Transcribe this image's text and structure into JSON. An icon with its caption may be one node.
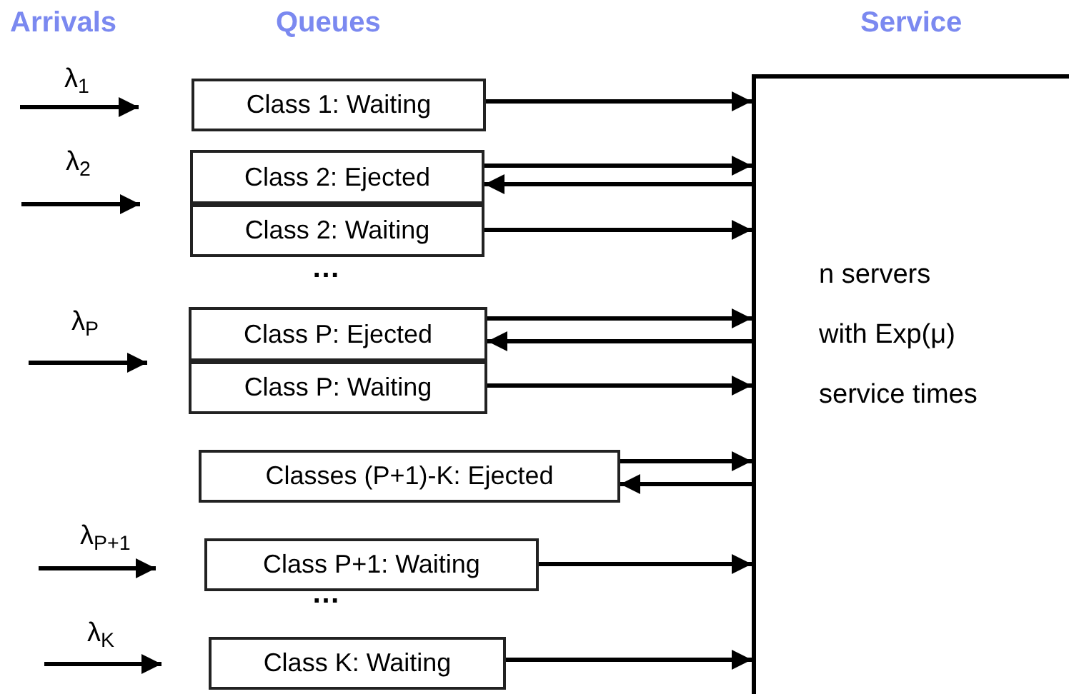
{
  "diagram": {
    "nodes": [
      {
        "text": [
          "Class 1: Waiting"
        ]
      },
      {
        "text": [
          "Class 2: Ejected"
        ]
      },
      {
        "text": [
          "Class 2: Waiting"
        ]
      },
      {
        "text": [
          "Class P: Ejected"
        ]
      },
      {
        "text": [
          "Class P: Waiting"
        ]
      },
      {
        "text": [
          "Classes (P+1)-K: Ejected"
        ]
      },
      {
        "text": [
          "Class P+1: Waiting"
        ]
      },
      {
        "text": [
          "Class K: Waiting"
        ]
      },
      {
        "text": [
          "Service",
          "n servers",
          "with Exp(μ)",
          "service times"
        ]
      }
    ],
    "edges": [
      {
        "from": 0,
        "to": 8,
        "arrow": "to"
      },
      {
        "from": 1,
        "to": 8,
        "arrow": "to"
      },
      {
        "from": 8,
        "to": 1,
        "arrow": "to"
      },
      {
        "from": 2,
        "to": 8,
        "arrow": "to"
      },
      {
        "from": 3,
        "to": 8,
        "arrow": "to"
      },
      {
        "from": 8,
        "to": 3,
        "arrow": "to"
      },
      {
        "from": 4,
        "to": 8,
        "arrow": "to"
      },
      {
        "from": 5,
        "to": 8,
        "arrow": "to"
      },
      {
        "from": 8,
        "to": 5,
        "arrow": "to"
      },
      {
        "from": 6,
        "to": 8,
        "arrow": "to"
      },
      {
        "from": 7,
        "to": 8,
        "arrow": "to"
      }
    ],
    "labels": [
      "Arrivals",
      "Queues",
      "λ$_{1}$",
      "λ$_{2}$",
      "…",
      "λ$_{P}$",
      "λ$_{P+1}$",
      "…",
      "λ$_{K}$"
    ]
  }
}
